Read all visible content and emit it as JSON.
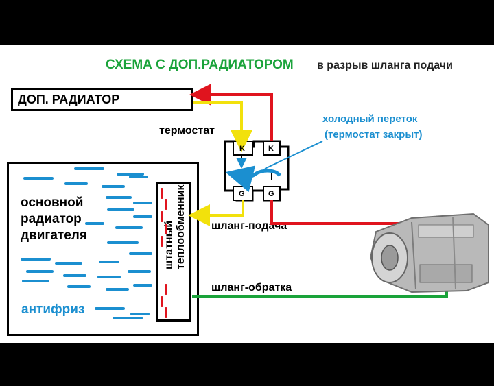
{
  "title": {
    "main": "СХЕМА С ДОП.РАДИАТОРОМ",
    "sub": "в разрыв шланга подачи"
  },
  "labels": {
    "extra_radiator": "ДОП. РАДИАТОР",
    "thermostat": "термостат",
    "cold_flow_1": "холодный переток",
    "cold_flow_2": "(термостат закрыт)",
    "engine_radiator": "основной радиатор двигателя",
    "antifreeze": "антифриз",
    "heat_exchanger": "штатный теплообменник",
    "supply_hose": "шланг-подача",
    "return_hose": "шланг-обратка"
  },
  "ports": {
    "k": "K",
    "g": "G"
  },
  "colors": {
    "hot": "#e0141e",
    "cooled": "#f2e10c",
    "cold_flow": "#1b8fd0",
    "return": "#1aa33a",
    "title": "#1aa33a"
  }
}
